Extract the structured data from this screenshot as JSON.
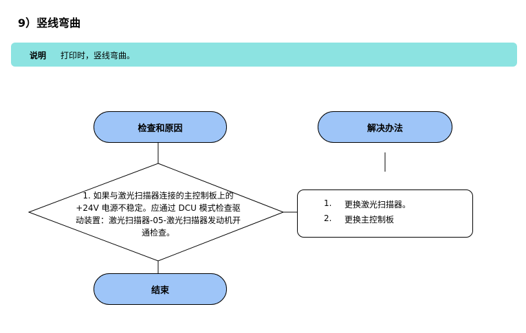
{
  "header": {
    "title": "9）竖线弯曲"
  },
  "note": {
    "label": "说明",
    "text": "打印时，竖线弯曲。"
  },
  "flow": {
    "check_title": "检查和原因",
    "solution_title": "解决办法",
    "end_title": "结束",
    "diamond_text": "1. 如果与激光扫描器连接的主控制板上的+24V 电源不稳定。应通过 DCU 模式检查驱动装置：激光扫描器-05-激光扫描器发动机开通检查。",
    "solutions": [
      {
        "num": "1.",
        "text": "更换激光扫描器。"
      },
      {
        "num": "2.",
        "text": "更换主控制板"
      }
    ]
  },
  "colors": {
    "note_bg": "#8ce3e1",
    "pill_fill": "#9ec5f8"
  }
}
